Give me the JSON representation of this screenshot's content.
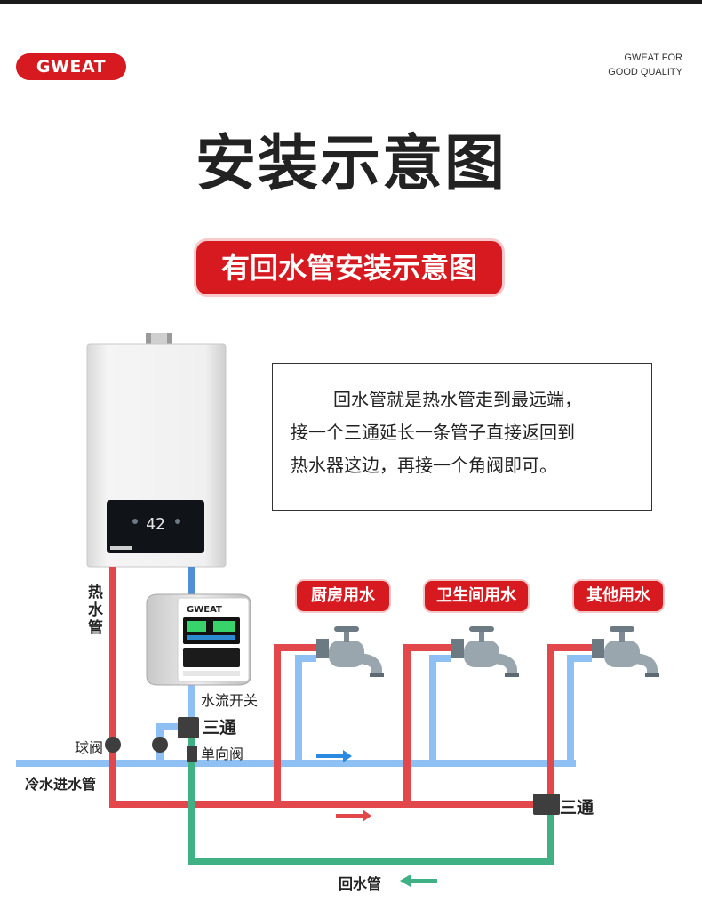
{
  "header": {
    "brand": "GWEAT",
    "tagline_line1": "GWEAT FOR",
    "tagline_line2": "GOOD QUALITY"
  },
  "title": "安装示意图",
  "subtitle": "有回水管安装示意图",
  "description": {
    "line1": "回水管就是热水管走到最远端，",
    "line2": "接一个三通延长一条管子直接返回到",
    "line3": "热水器这边，再接一个角阀即可。"
  },
  "heater": {
    "display_value": "42"
  },
  "pump": {
    "brand": "GWEAT"
  },
  "fixtures": [
    {
      "label": "厨房用水"
    },
    {
      "label": "卫生间用水"
    },
    {
      "label": "其他用水"
    }
  ],
  "pipe_labels": {
    "hot_pipe": "热水管",
    "cold_inlet": "冷水进水管",
    "return_pipe": "回水管",
    "ball_valve": "球阀",
    "flow_switch": "水流开关",
    "tee_upper": "三通",
    "check_valve": "单向阀",
    "tee_lower": "三通"
  },
  "colors": {
    "brand_red": "#d71920",
    "hot_pipe": "#e2474c",
    "cold_pipe": "#8ec0f3",
    "return_pipe": "#3fb184",
    "heater_body": "#f2f2f2",
    "faucet": "#8a97a0"
  },
  "icons": [
    "faucet-icon",
    "arrow-right-icon",
    "arrow-left-icon",
    "ball-valve-icon"
  ]
}
